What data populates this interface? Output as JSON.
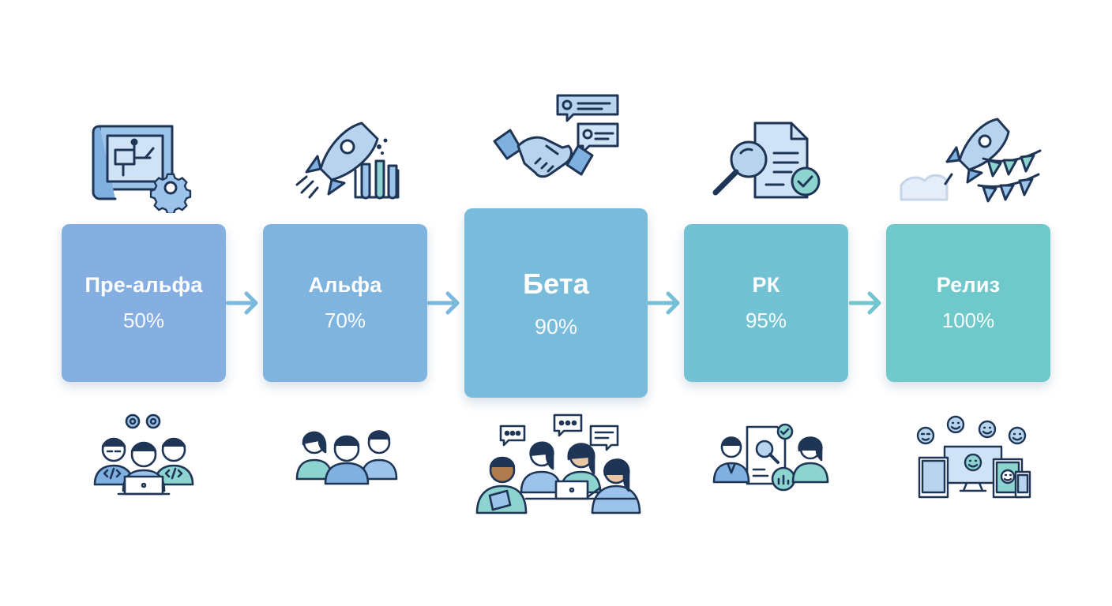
{
  "stages": [
    {
      "name": "Пре-альфа",
      "percent": "50%",
      "color": "#85aee1",
      "top_icon": "blueprint-gear-icon",
      "bottom_icon": "developers-team-icon"
    },
    {
      "name": "Альфа",
      "percent": "70%",
      "color": "#7fb4df",
      "top_icon": "rocket-test-tubes-icon",
      "bottom_icon": "small-user-group-icon"
    },
    {
      "name": "Бета",
      "percent": "90%",
      "color": "#78bbda",
      "top_icon": "handshake-chat-icon",
      "bottom_icon": "user-testing-group-icon"
    },
    {
      "name": "РК",
      "percent": "95%",
      "color": "#73c2d3",
      "top_icon": "document-inspect-icon",
      "bottom_icon": "review-team-icon"
    },
    {
      "name": "Релиз",
      "percent": "100%",
      "color": "#6fc8ca",
      "top_icon": "rocket-bunting-icon",
      "bottom_icon": "devices-happy-users-icon"
    }
  ],
  "colors": {
    "stroke": "#1f3556",
    "icon_fill_blue": "#9cc3ea",
    "icon_fill_teal": "#8dd3cf",
    "arrow": "#7ab8de"
  }
}
